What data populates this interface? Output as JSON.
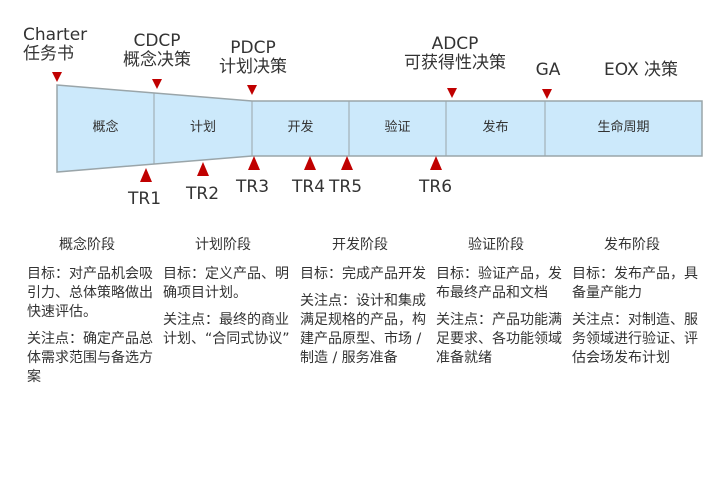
{
  "milestones": [
    {
      "id": "charter",
      "line1": "Charter",
      "line2": "任务书"
    },
    {
      "id": "cdcp",
      "line1": "CDCP",
      "line2": "概念决策"
    },
    {
      "id": "pdcp",
      "line1": "PDCP",
      "line2": "计划决策"
    },
    {
      "id": "adcp",
      "line1": "ADCP",
      "line2": "可获得性决策"
    },
    {
      "id": "ga",
      "line1": "GA",
      "line2": ""
    },
    {
      "id": "eox",
      "line1": "EOX 决策",
      "line2": ""
    }
  ],
  "phases": [
    "概念",
    "计划",
    "开发",
    "验证",
    "发布",
    "生命周期"
  ],
  "tech_reviews": [
    "TR1",
    "TR2",
    "TR3",
    "TR4",
    "TR5",
    "TR6"
  ],
  "colors": {
    "band_fill": "#cce9fb",
    "band_stroke": "#9aa5a9",
    "marker": "#c00000"
  },
  "stage_details": [
    {
      "title": "概念阶段",
      "goal": "目标：对产品机会吸引力、总体策略做出快速评估。",
      "focus": "关注点：确定产品总体需求范围与备选方案"
    },
    {
      "title": "计划阶段",
      "goal": "目标：定义产品、明确项目计划。",
      "focus": "关注点：最终的商业计划、“合同式协议”"
    },
    {
      "title": "开发阶段",
      "goal": "目标：完成产品开发",
      "focus": "关注点：设计和集成满足规格的产品，构建产品原型、市场 / 制造 / 服务准备"
    },
    {
      "title": "验证阶段",
      "goal": "目标：验证产品，发布最终产品和文档",
      "focus": "关注点：产品功能满足要求、各功能领域准备就绪"
    },
    {
      "title": "发布阶段",
      "goal": "目标：发布产品，具备量产能力",
      "focus": "关注点：对制造、服务领域进行验证、评估会场发布计划"
    }
  ]
}
